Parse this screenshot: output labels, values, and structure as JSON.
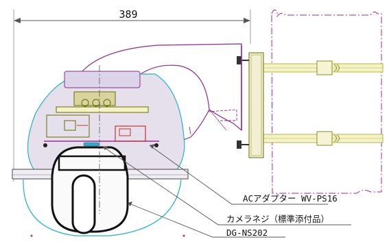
{
  "dimension": {
    "value": "389"
  },
  "callouts": {
    "ac_adapter": "ACアダプター WV-PS16",
    "camera_screw": "カメラネジ（標準添付品）",
    "mount_model": "DG-NS202"
  },
  "colors": {
    "line": "#555555",
    "pole": "#a0279a",
    "bracket": "#8a2c8a",
    "body_fill": "#e6e0ec",
    "dome": "#25b0c8",
    "plate": "#6a6a00",
    "band": "#b8b43e",
    "internal": "#c43030",
    "camera": "#111111"
  }
}
